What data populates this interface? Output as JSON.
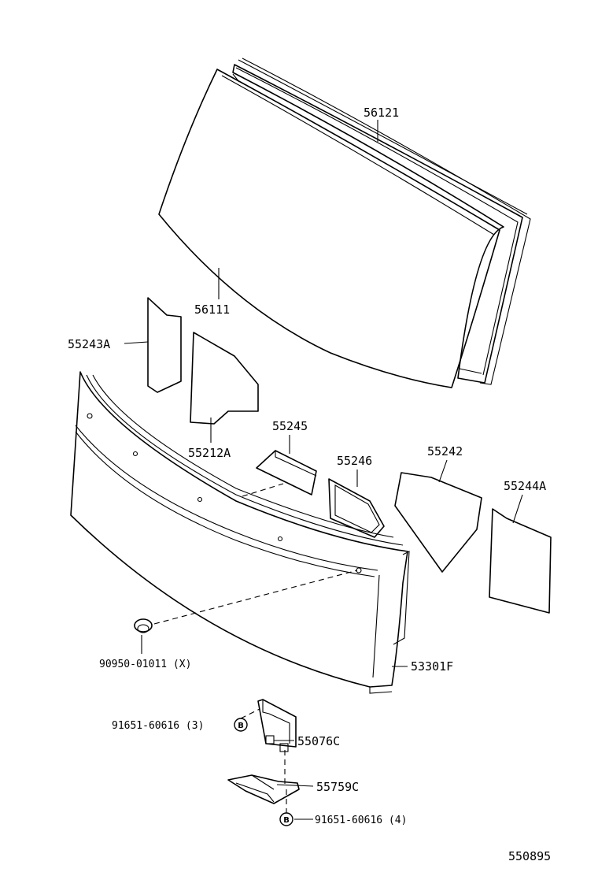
{
  "diagram_id": "550895",
  "parts": {
    "p56121": "56121",
    "p56111": "56111",
    "p55243A": "55243A",
    "p55212A": "55212A",
    "p55245": "55245",
    "p55246": "55246",
    "p55242": "55242",
    "p55244A": "55244A",
    "p53301F": "53301F",
    "p90950": "90950-01011 (X)",
    "p91651_3": "91651-60616 (3)",
    "p55076C": "55076C",
    "p55759C": "55759C",
    "p91651_4": "91651-60616 (4)"
  },
  "badges": {
    "b1": "B",
    "b2": "B"
  }
}
